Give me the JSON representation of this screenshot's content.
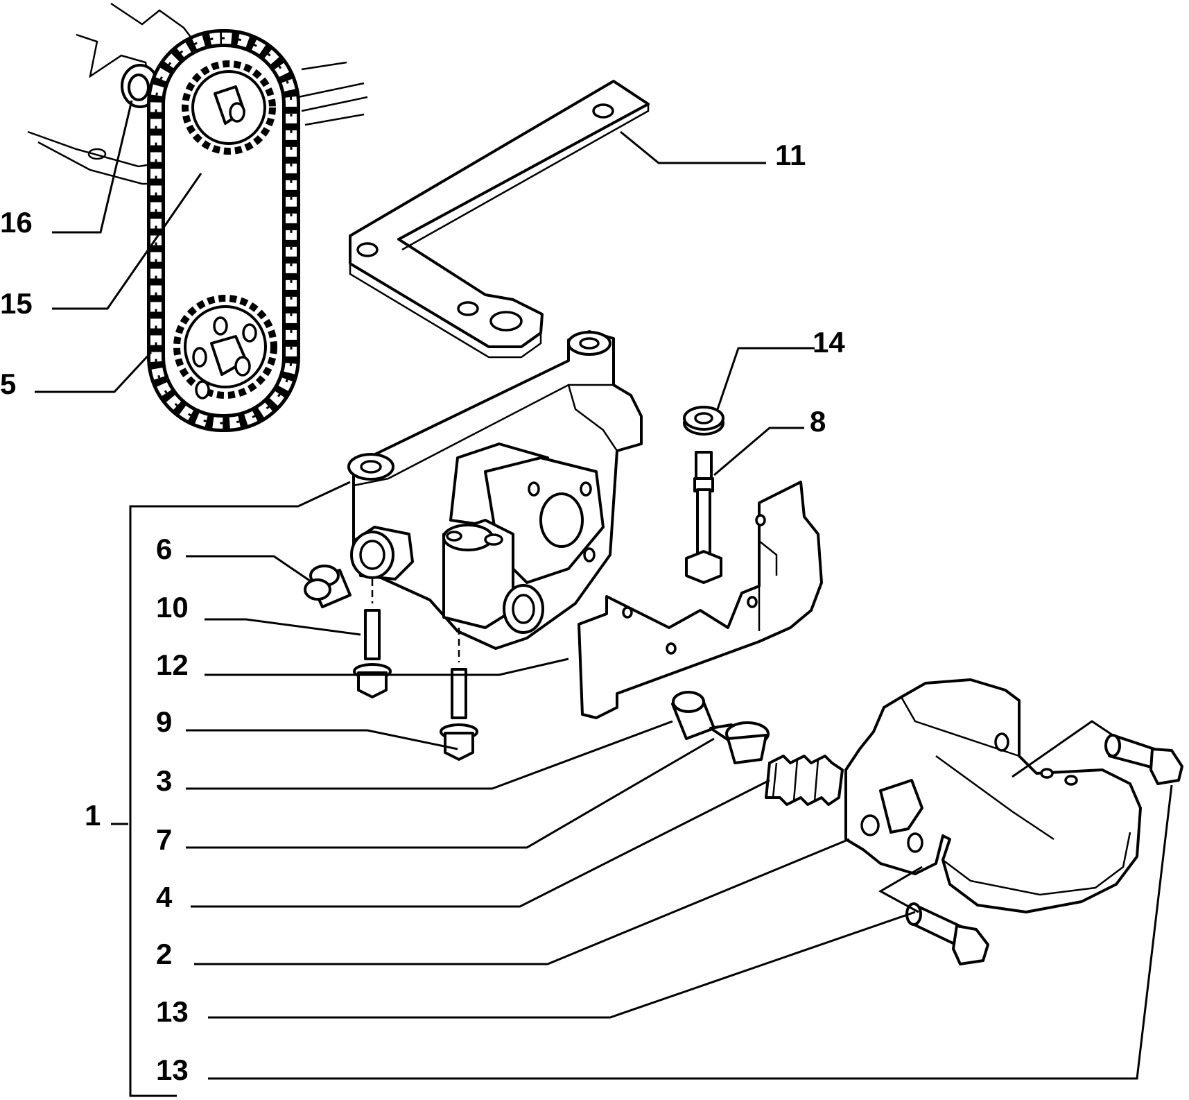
{
  "diagram": {
    "callouts": [
      {
        "id": "16",
        "text": "16"
      },
      {
        "id": "15",
        "text": "15"
      },
      {
        "id": "5",
        "text": "5"
      },
      {
        "id": "11",
        "text": "11"
      },
      {
        "id": "14",
        "text": "14"
      },
      {
        "id": "8",
        "text": "8"
      },
      {
        "id": "6",
        "text": "6"
      },
      {
        "id": "10",
        "text": "10"
      },
      {
        "id": "12",
        "text": "12"
      },
      {
        "id": "9",
        "text": "9"
      },
      {
        "id": "3",
        "text": "3"
      },
      {
        "id": "1",
        "text": "1"
      },
      {
        "id": "7",
        "text": "7"
      },
      {
        "id": "4",
        "text": "4"
      },
      {
        "id": "2",
        "text": "2"
      },
      {
        "id": "13a",
        "text": "13"
      },
      {
        "id": "13b",
        "text": "13"
      }
    ]
  }
}
